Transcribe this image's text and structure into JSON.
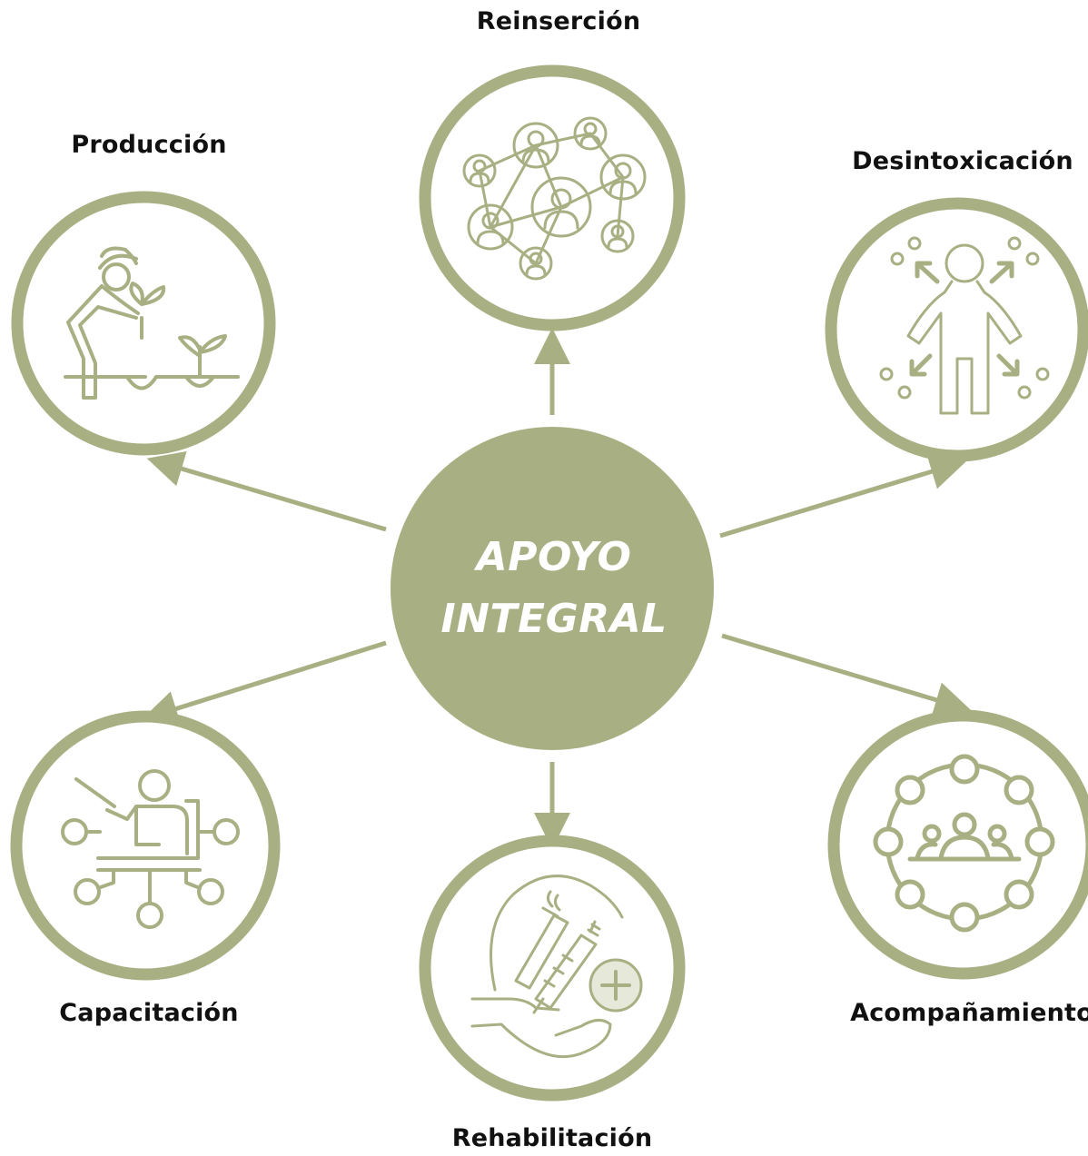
{
  "colors": {
    "accent": "#a8b083",
    "text": "#111111",
    "center_text": "#ffffff"
  },
  "center": {
    "line1": "APOYO",
    "line2": "INTEGRAL"
  },
  "nodes": [
    {
      "label": "Reinserción",
      "icon": "people-network-icon"
    },
    {
      "label": "Producción",
      "icon": "farmer-planting-icon"
    },
    {
      "label": "Desintoxicación",
      "icon": "person-detox-icon"
    },
    {
      "label": "Capacitación",
      "icon": "trainer-network-icon"
    },
    {
      "label": "Rehabilitación",
      "icon": "hand-syringe-cigarette-icon"
    },
    {
      "label": "Acompañamiento",
      "icon": "group-circle-icon"
    }
  ]
}
